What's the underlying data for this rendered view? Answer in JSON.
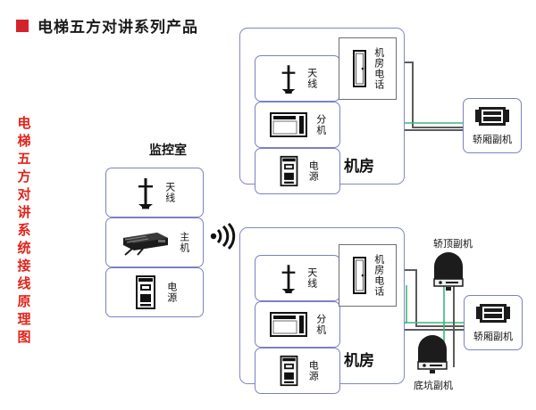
{
  "title": {
    "bullet_color": "#d5232b",
    "text": "电梯五方对讲系列产品"
  },
  "vertical_caption": {
    "color": "#e2231a",
    "text": "电梯五方对讲系统接线原理图",
    "chars": [
      "电",
      "梯",
      "五",
      "方",
      "对",
      "讲",
      "系",
      "统",
      "接",
      "线",
      "原",
      "理",
      "图"
    ]
  },
  "monitor_room": {
    "heading": "监控室",
    "devices": [
      {
        "label": "天线",
        "icon": "antenna-icon"
      },
      {
        "label": "主机",
        "icon": "main-unit-icon"
      },
      {
        "label": "电源",
        "icon": "power-supply-icon"
      }
    ]
  },
  "wireless_link": {
    "icon": "wireless-signal-icon"
  },
  "machine_room_top": {
    "title": "机房",
    "devices": [
      {
        "label": "天线",
        "icon": "antenna-icon"
      },
      {
        "label": "分机",
        "icon": "extension-unit-icon"
      },
      {
        "label": "电源",
        "icon": "power-supply-icon"
      }
    ],
    "phone": {
      "label": "机房电话",
      "icon": "wall-phone-icon"
    }
  },
  "machine_room_bottom": {
    "title": "机房",
    "devices": [
      {
        "label": "天线",
        "icon": "antenna-icon"
      },
      {
        "label": "分机",
        "icon": "extension-unit-icon"
      },
      {
        "label": "电源",
        "icon": "power-supply-icon"
      }
    ],
    "phone": {
      "label": "机房电话",
      "icon": "wall-phone-icon"
    }
  },
  "nodes": {
    "car_unit_top": {
      "label": "轿厢副机",
      "icon": "car-intercom-icon"
    },
    "car_top_unit": {
      "label": "轿顶副机",
      "icon": "dome-intercom-icon"
    },
    "pit_unit": {
      "label": "底坑副机",
      "icon": "dome-intercom-icon"
    },
    "car_unit_bottom": {
      "label": "轿厢副机",
      "icon": "car-intercom-icon"
    }
  },
  "wire_colors": {
    "red": "#e8615f",
    "green": "#3cb878",
    "gray": "#5b5b5b",
    "box_border": "#7b80c4"
  }
}
